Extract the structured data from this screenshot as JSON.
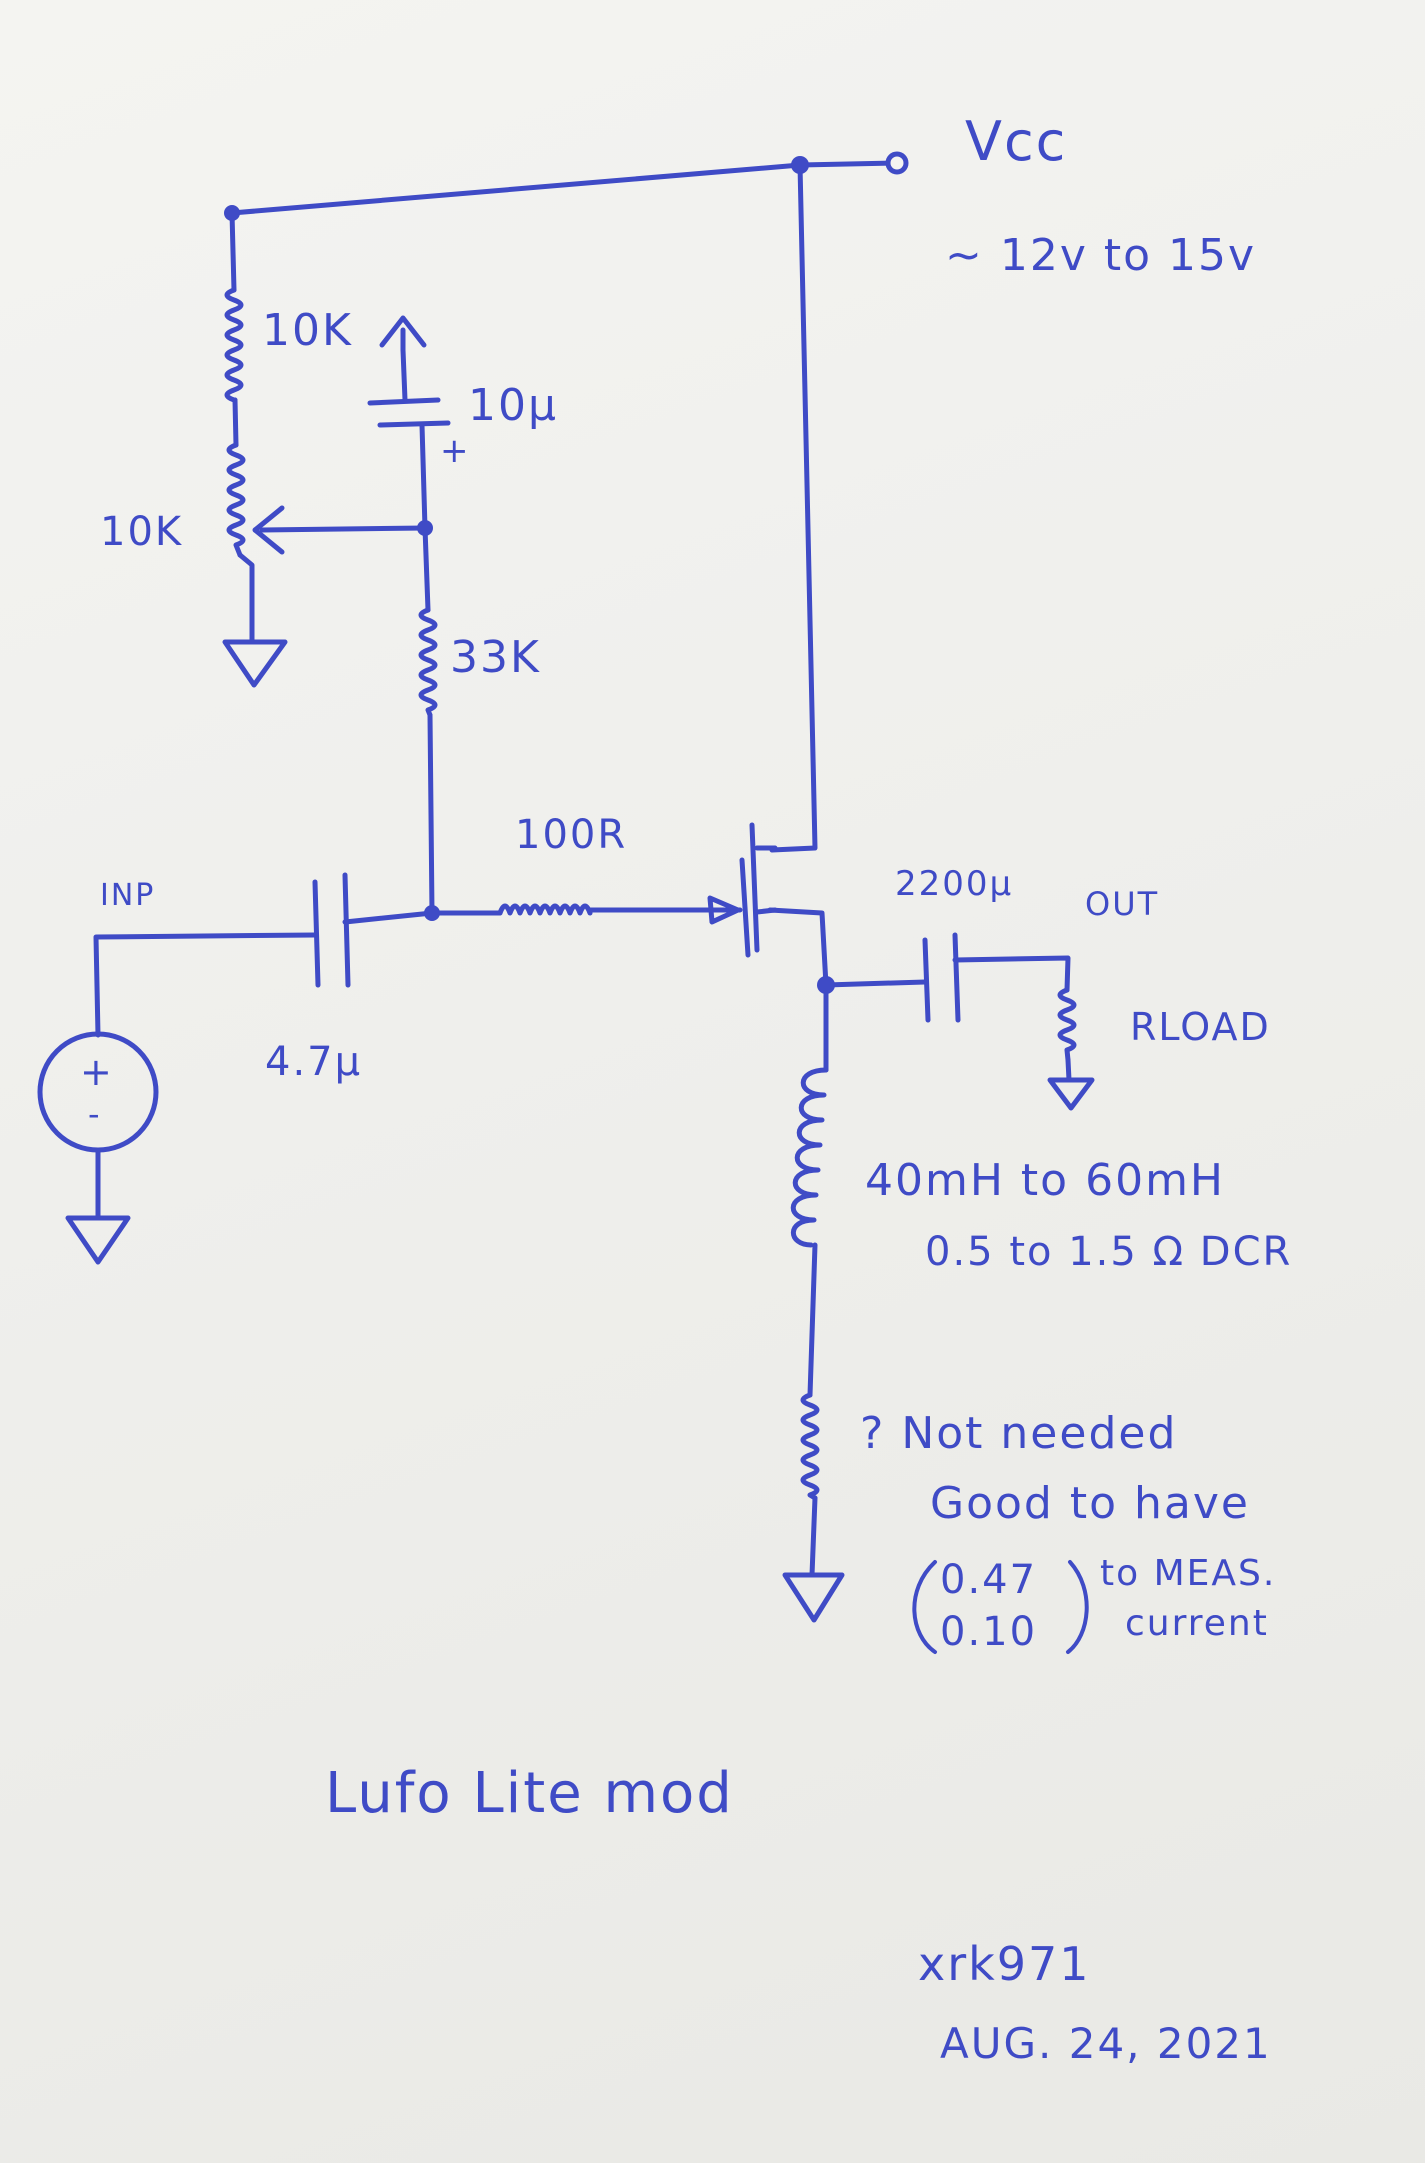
{
  "supply": {
    "name": "Vcc",
    "range": "~ 12v to 15v"
  },
  "bias": {
    "top_resistor": "10K",
    "pot": "10K",
    "bypass_cap": "10µ",
    "bypass_polarity": "+",
    "gate_feed_resistor": "33K"
  },
  "input": {
    "label": "INP",
    "coupling_cap": "4.7µ",
    "source_plus": "+",
    "source_minus": "-"
  },
  "gate_stopper": "100R",
  "output": {
    "cap": "2200µ",
    "label": "OUT",
    "load": "RLOAD"
  },
  "inductor": {
    "range": "40mH to 60mH",
    "dcr": "0.5 to 1.5 Ω DCR"
  },
  "sense": {
    "q": "? Not needed",
    "l1": "Good to have",
    "v1": "0.47",
    "v2": "0.10",
    "l2": "to MEAS.",
    "l3": "current"
  },
  "title": "Lufo Lite mod",
  "author": "xrk971",
  "date": "AUG. 24, 2021"
}
